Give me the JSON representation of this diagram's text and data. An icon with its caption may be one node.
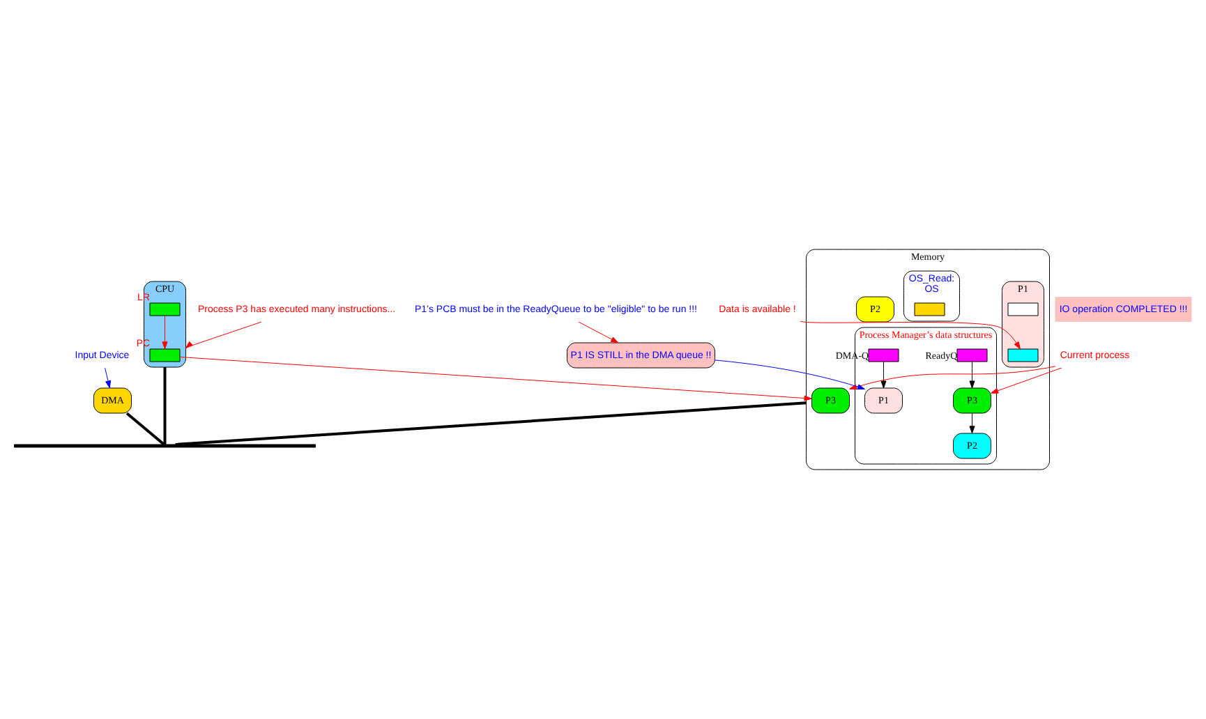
{
  "diagram": {
    "nodes": [
      {
        "text": [
          "CPU"
        ]
      },
      {
        "text": [],
        "shape": "box",
        "in": 0,
        "beside": [
          "PC"
        ]
      },
      {
        "text": [],
        "shape": "box",
        "in": 0,
        "beside": [
          "LR"
        ]
      },
      {
        "text": [
          "Memory"
        ]
      },
      {
        "text": [
          "P1"
        ],
        "in": 3
      },
      {
        "text": [],
        "shape": "box",
        "in": 4
      },
      {
        "text": [],
        "shape": "box",
        "in": 4
      },
      {
        "text": [
          "P3"
        ],
        "in": 3
      },
      {
        "text": [
          "P2"
        ],
        "in": 3
      },
      {
        "text": [
          "OS_Read:",
          "OS"
        ],
        "in": 3
      },
      {
        "text": [],
        "shape": "box",
        "in": 9
      },
      {
        "text": [
          "Process Manager’s data structures"
        ],
        "in": 3
      },
      {
        "text": [],
        "shape": "box",
        "in": 11,
        "beside": [
          "ReadyQ"
        ]
      },
      {
        "text": [
          "P3"
        ],
        "in": 11
      },
      {
        "text": [
          "P2"
        ],
        "in": 11
      },
      {
        "text": [],
        "shape": "box",
        "in": 11,
        "beside": [
          "DMA-Q"
        ]
      },
      {
        "text": [
          "P1"
        ],
        "in": 11
      },
      {
        "text": [
          "DMA"
        ]
      },
      {
        "text": [
          "Input Device"
        ]
      },
      {
        "text": [
          "Process P3 has executed many instructions..."
        ]
      },
      {
        "text": [
          "Data is available !"
        ]
      },
      {
        "text": [
          "Current process"
        ]
      },
      {
        "text": [
          "P1 IS STILL in the DMA queue !!"
        ]
      },
      {
        "text": [
          "P1’s PCB must be in the ReadyQueue to be \"eligible\" to be run !!!"
        ]
      },
      {
        "text": [],
        "shape": "bar"
      }
    ],
    "edges": [
      {
        "from": 19,
        "to": 0,
        "arrow": "to"
      },
      {
        "from": 2,
        "to": 1,
        "arrow": "to"
      },
      {
        "from": 1,
        "to": 7,
        "arrow": "to"
      },
      {
        "from": 20,
        "to": 6,
        "arrow": "to"
      },
      {
        "from": 21,
        "to": 7,
        "arrow": "to"
      },
      {
        "from": 21,
        "to": 13,
        "arrow": "to"
      },
      {
        "from": 12,
        "to": 13,
        "arrow": "to",
        "color": "#000000"
      },
      {
        "from": 13,
        "to": 14,
        "arrow": "to",
        "color": "#000000"
      },
      {
        "from": 15,
        "to": 16,
        "arrow": "to",
        "color": "#000000"
      },
      {
        "from": 22,
        "to": 16,
        "arrow": "to",
        "color": "#0000ff"
      },
      {
        "from": 23,
        "to": 22,
        "arrow": "to"
      },
      {
        "from": 18,
        "to": 17,
        "arrow": "to",
        "color": "#0000ff"
      },
      {
        "from": 0,
        "to": 24,
        "arrow": "none",
        "style": "thick",
        "color": "#000000"
      },
      {
        "from": 3,
        "to": 24,
        "arrow": "none",
        "style": "thick",
        "color": "#000000"
      },
      {
        "from": 17,
        "to": 24,
        "arrow": "none",
        "style": "thick",
        "color": "#000000"
      }
    ],
    "labels": [
      "IO operation COMPLETED !!!"
    ]
  }
}
